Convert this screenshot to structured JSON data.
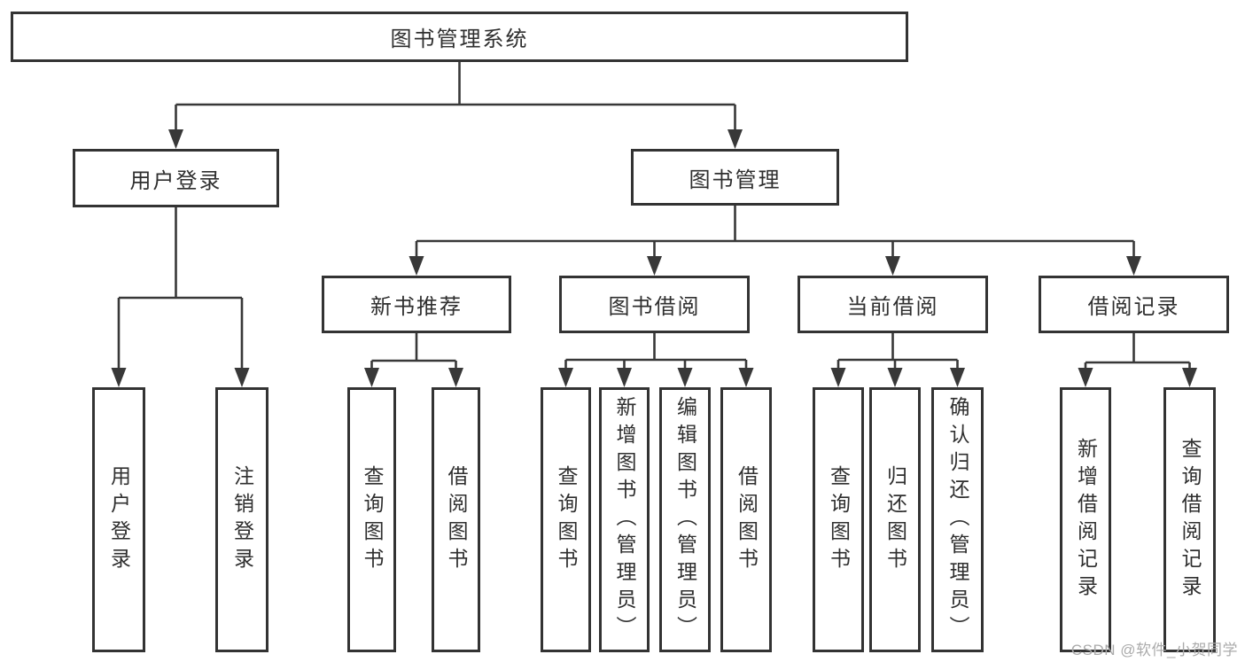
{
  "tree": {
    "root": {
      "label": "图书管理系统"
    },
    "user_login": {
      "label": "用户登录",
      "children": {
        "login": {
          "label": "用户登录"
        },
        "logout": {
          "label": "注销登录"
        }
      }
    },
    "book_mgmt": {
      "label": "图书管理",
      "children": {
        "new_books": {
          "label": "新书推荐",
          "children": {
            "query_books": {
              "label": "查询图书"
            },
            "borrow_books": {
              "label": "借阅图书"
            }
          }
        },
        "book_borrow": {
          "label": "图书借阅",
          "children": {
            "query_books": {
              "label": "查询图书"
            },
            "add_books": {
              "label": "新增图书（管理员）"
            },
            "edit_books": {
              "label": "编辑图书（管理员）"
            },
            "borrow_books": {
              "label": "借阅图书"
            }
          }
        },
        "current_borrow": {
          "label": "当前借阅",
          "children": {
            "query_books": {
              "label": "查询图书"
            },
            "return_books": {
              "label": "归还图书"
            },
            "confirm_return": {
              "label": "确认归还（管理员）"
            }
          }
        },
        "borrow_records": {
          "label": "借阅记录",
          "children": {
            "add_record": {
              "label": "新增借阅记录"
            },
            "query_record": {
              "label": "查询借阅记录"
            }
          }
        }
      }
    }
  },
  "watermark": {
    "text": "CSDN @软件_小贺同学"
  },
  "colors": {
    "line": "#383838",
    "box_border": "#333333",
    "text": "#2f2f2f",
    "watermark": "#ababab",
    "background": "#ffffff"
  }
}
